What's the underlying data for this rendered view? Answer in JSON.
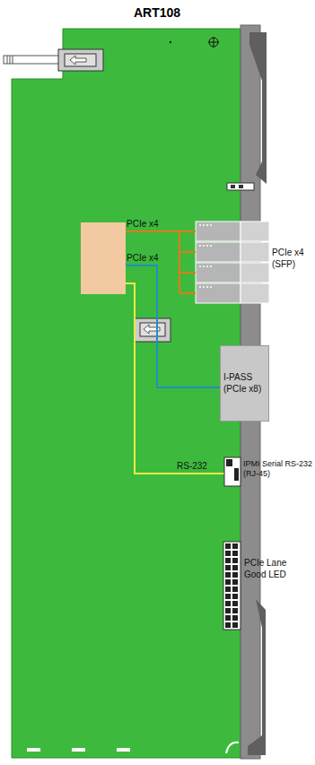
{
  "diagram": {
    "title": "ART108",
    "nodes": [
      {
        "text": [
          "PCIe x4 (SFP)"
        ]
      },
      {
        "text": [
          "I-PASS (PCIe x8)"
        ]
      },
      {
        "text": [
          "IPMI Serial RS-232 (RJ-45)"
        ]
      },
      {
        "text": [
          "PCIe Lane Good LED"
        ]
      }
    ],
    "labels": [
      "PCIe x4",
      "PCIe x4",
      "RS-232"
    ]
  }
}
